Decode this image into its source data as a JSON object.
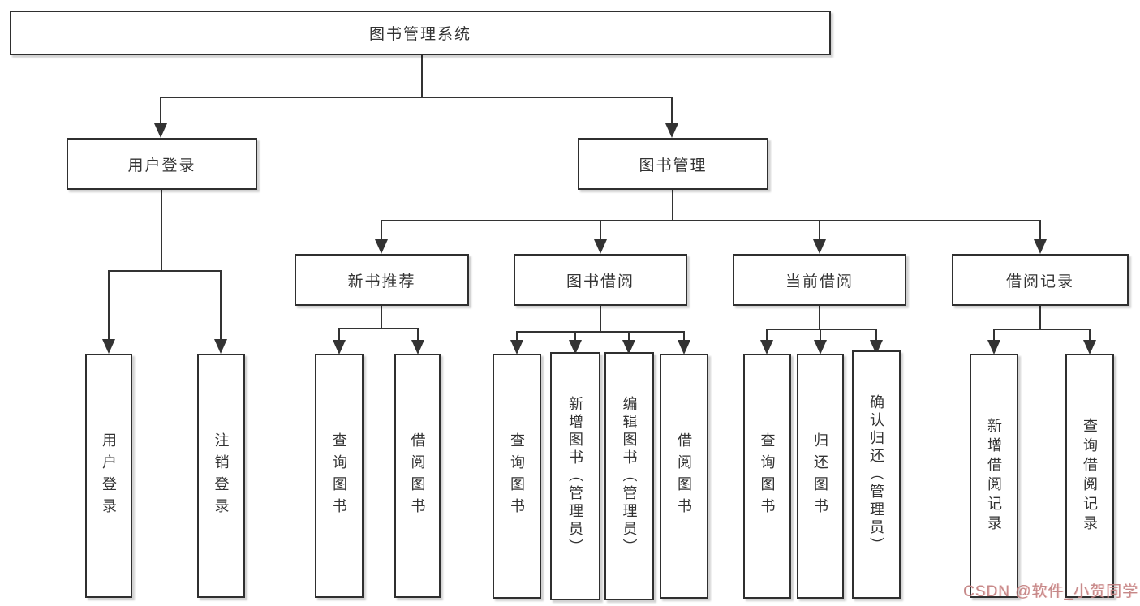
{
  "diagram": {
    "title": "图书管理系统",
    "root": {
      "label": "图书管理系统"
    },
    "level1": {
      "user_login": {
        "label": "用户登录"
      },
      "book_management": {
        "label": "图书管理"
      }
    },
    "level2": {
      "new_book_recommend": {
        "label": "新书推荐"
      },
      "book_borrow": {
        "label": "图书借阅"
      },
      "current_borrow": {
        "label": "当前借阅"
      },
      "borrow_records": {
        "label": "借阅记录"
      }
    },
    "leaves": {
      "user_login_leaf": {
        "label": "用户登录"
      },
      "logout": {
        "label": "注销登录"
      },
      "recommend_query_books": {
        "label": "查询图书"
      },
      "recommend_borrow_books": {
        "label": "借阅图书"
      },
      "borrow_query_books": {
        "label": "查询图书"
      },
      "borrow_add_books": {
        "label": "新增图书（管理员）"
      },
      "borrow_edit_books": {
        "label": "编辑图书（管理员）"
      },
      "borrow_borrow_books": {
        "label": "借阅图书"
      },
      "current_query_books": {
        "label": "查询图书"
      },
      "current_return_books": {
        "label": "归还图书"
      },
      "current_confirm_return": {
        "label": "确认归还（管理员）"
      },
      "records_add": {
        "label": "新增借阅记录"
      },
      "records_query": {
        "label": "查询借阅记录"
      }
    }
  },
  "watermark": {
    "text": "CSDN @软件_小贺同学",
    "color": "#c18282"
  },
  "colors": {
    "line": "#333333",
    "text": "#333333",
    "background": "#ffffff",
    "box_border": "#2f2f2f",
    "box_background": "#ffffff"
  }
}
